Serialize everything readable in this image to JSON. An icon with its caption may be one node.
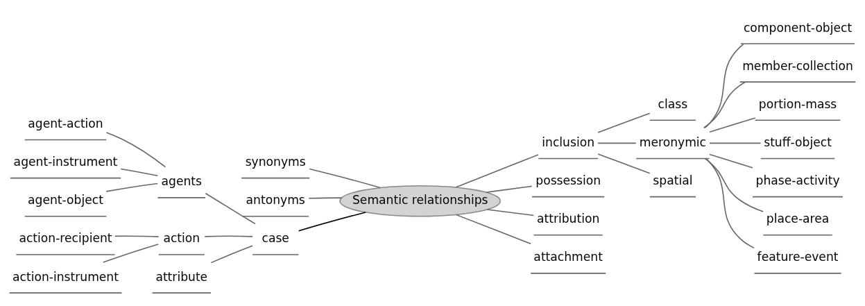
{
  "diagram": {
    "nodes": [
      {
        "text": [
          "Semantic relationships"
        ]
      },
      {
        "text": [
          "synonyms"
        ]
      },
      {
        "text": [
          "antonyms"
        ]
      },
      {
        "text": [
          "case"
        ]
      },
      {
        "text": [
          "agents"
        ]
      },
      {
        "text": [
          "agent-action"
        ]
      },
      {
        "text": [
          "agent-instrument"
        ]
      },
      {
        "text": [
          "agent-object"
        ]
      },
      {
        "text": [
          "action"
        ]
      },
      {
        "text": [
          "action-recipient"
        ]
      },
      {
        "text": [
          "action-instrument"
        ]
      },
      {
        "text": [
          "attribute"
        ]
      },
      {
        "text": [
          "inclusion"
        ]
      },
      {
        "text": [
          "class"
        ]
      },
      {
        "text": [
          "meronymic"
        ]
      },
      {
        "text": [
          "component-object"
        ]
      },
      {
        "text": [
          "member-collection"
        ]
      },
      {
        "text": [
          "portion-mass"
        ]
      },
      {
        "text": [
          "stuff-object"
        ]
      },
      {
        "text": [
          "phase-activity"
        ]
      },
      {
        "text": [
          "place-area"
        ]
      },
      {
        "text": [
          "feature-event"
        ]
      },
      {
        "text": [
          "spatial"
        ]
      },
      {
        "text": [
          "possession"
        ]
      },
      {
        "text": [
          "attribution"
        ]
      },
      {
        "text": [
          "attachment"
        ]
      }
    ],
    "edges": [
      {
        "from": 0,
        "to": 1,
        "arrow": "none"
      },
      {
        "from": 0,
        "to": 2,
        "arrow": "none"
      },
      {
        "from": 0,
        "to": 3,
        "arrow": "none",
        "color": "#000000"
      },
      {
        "from": 3,
        "to": 4,
        "arrow": "none"
      },
      {
        "from": 4,
        "to": 5,
        "arrow": "none"
      },
      {
        "from": 4,
        "to": 6,
        "arrow": "none"
      },
      {
        "from": 4,
        "to": 7,
        "arrow": "none"
      },
      {
        "from": 3,
        "to": 8,
        "arrow": "none"
      },
      {
        "from": 8,
        "to": 9,
        "arrow": "none"
      },
      {
        "from": 8,
        "to": 10,
        "arrow": "none"
      },
      {
        "from": 3,
        "to": 11,
        "arrow": "none"
      },
      {
        "from": 0,
        "to": 12,
        "arrow": "none"
      },
      {
        "from": 12,
        "to": 13,
        "arrow": "none"
      },
      {
        "from": 12,
        "to": 14,
        "arrow": "none"
      },
      {
        "from": 14,
        "to": 15,
        "arrow": "none"
      },
      {
        "from": 14,
        "to": 16,
        "arrow": "none"
      },
      {
        "from": 14,
        "to": 17,
        "arrow": "none"
      },
      {
        "from": 14,
        "to": 18,
        "arrow": "none"
      },
      {
        "from": 14,
        "to": 19,
        "arrow": "none"
      },
      {
        "from": 14,
        "to": 20,
        "arrow": "none"
      },
      {
        "from": 14,
        "to": 21,
        "arrow": "none"
      },
      {
        "from": 12,
        "to": 22,
        "arrow": "none"
      },
      {
        "from": 0,
        "to": 23,
        "arrow": "none"
      },
      {
        "from": 0,
        "to": 24,
        "arrow": "none"
      },
      {
        "from": 0,
        "to": 25,
        "arrow": "none"
      }
    ]
  }
}
